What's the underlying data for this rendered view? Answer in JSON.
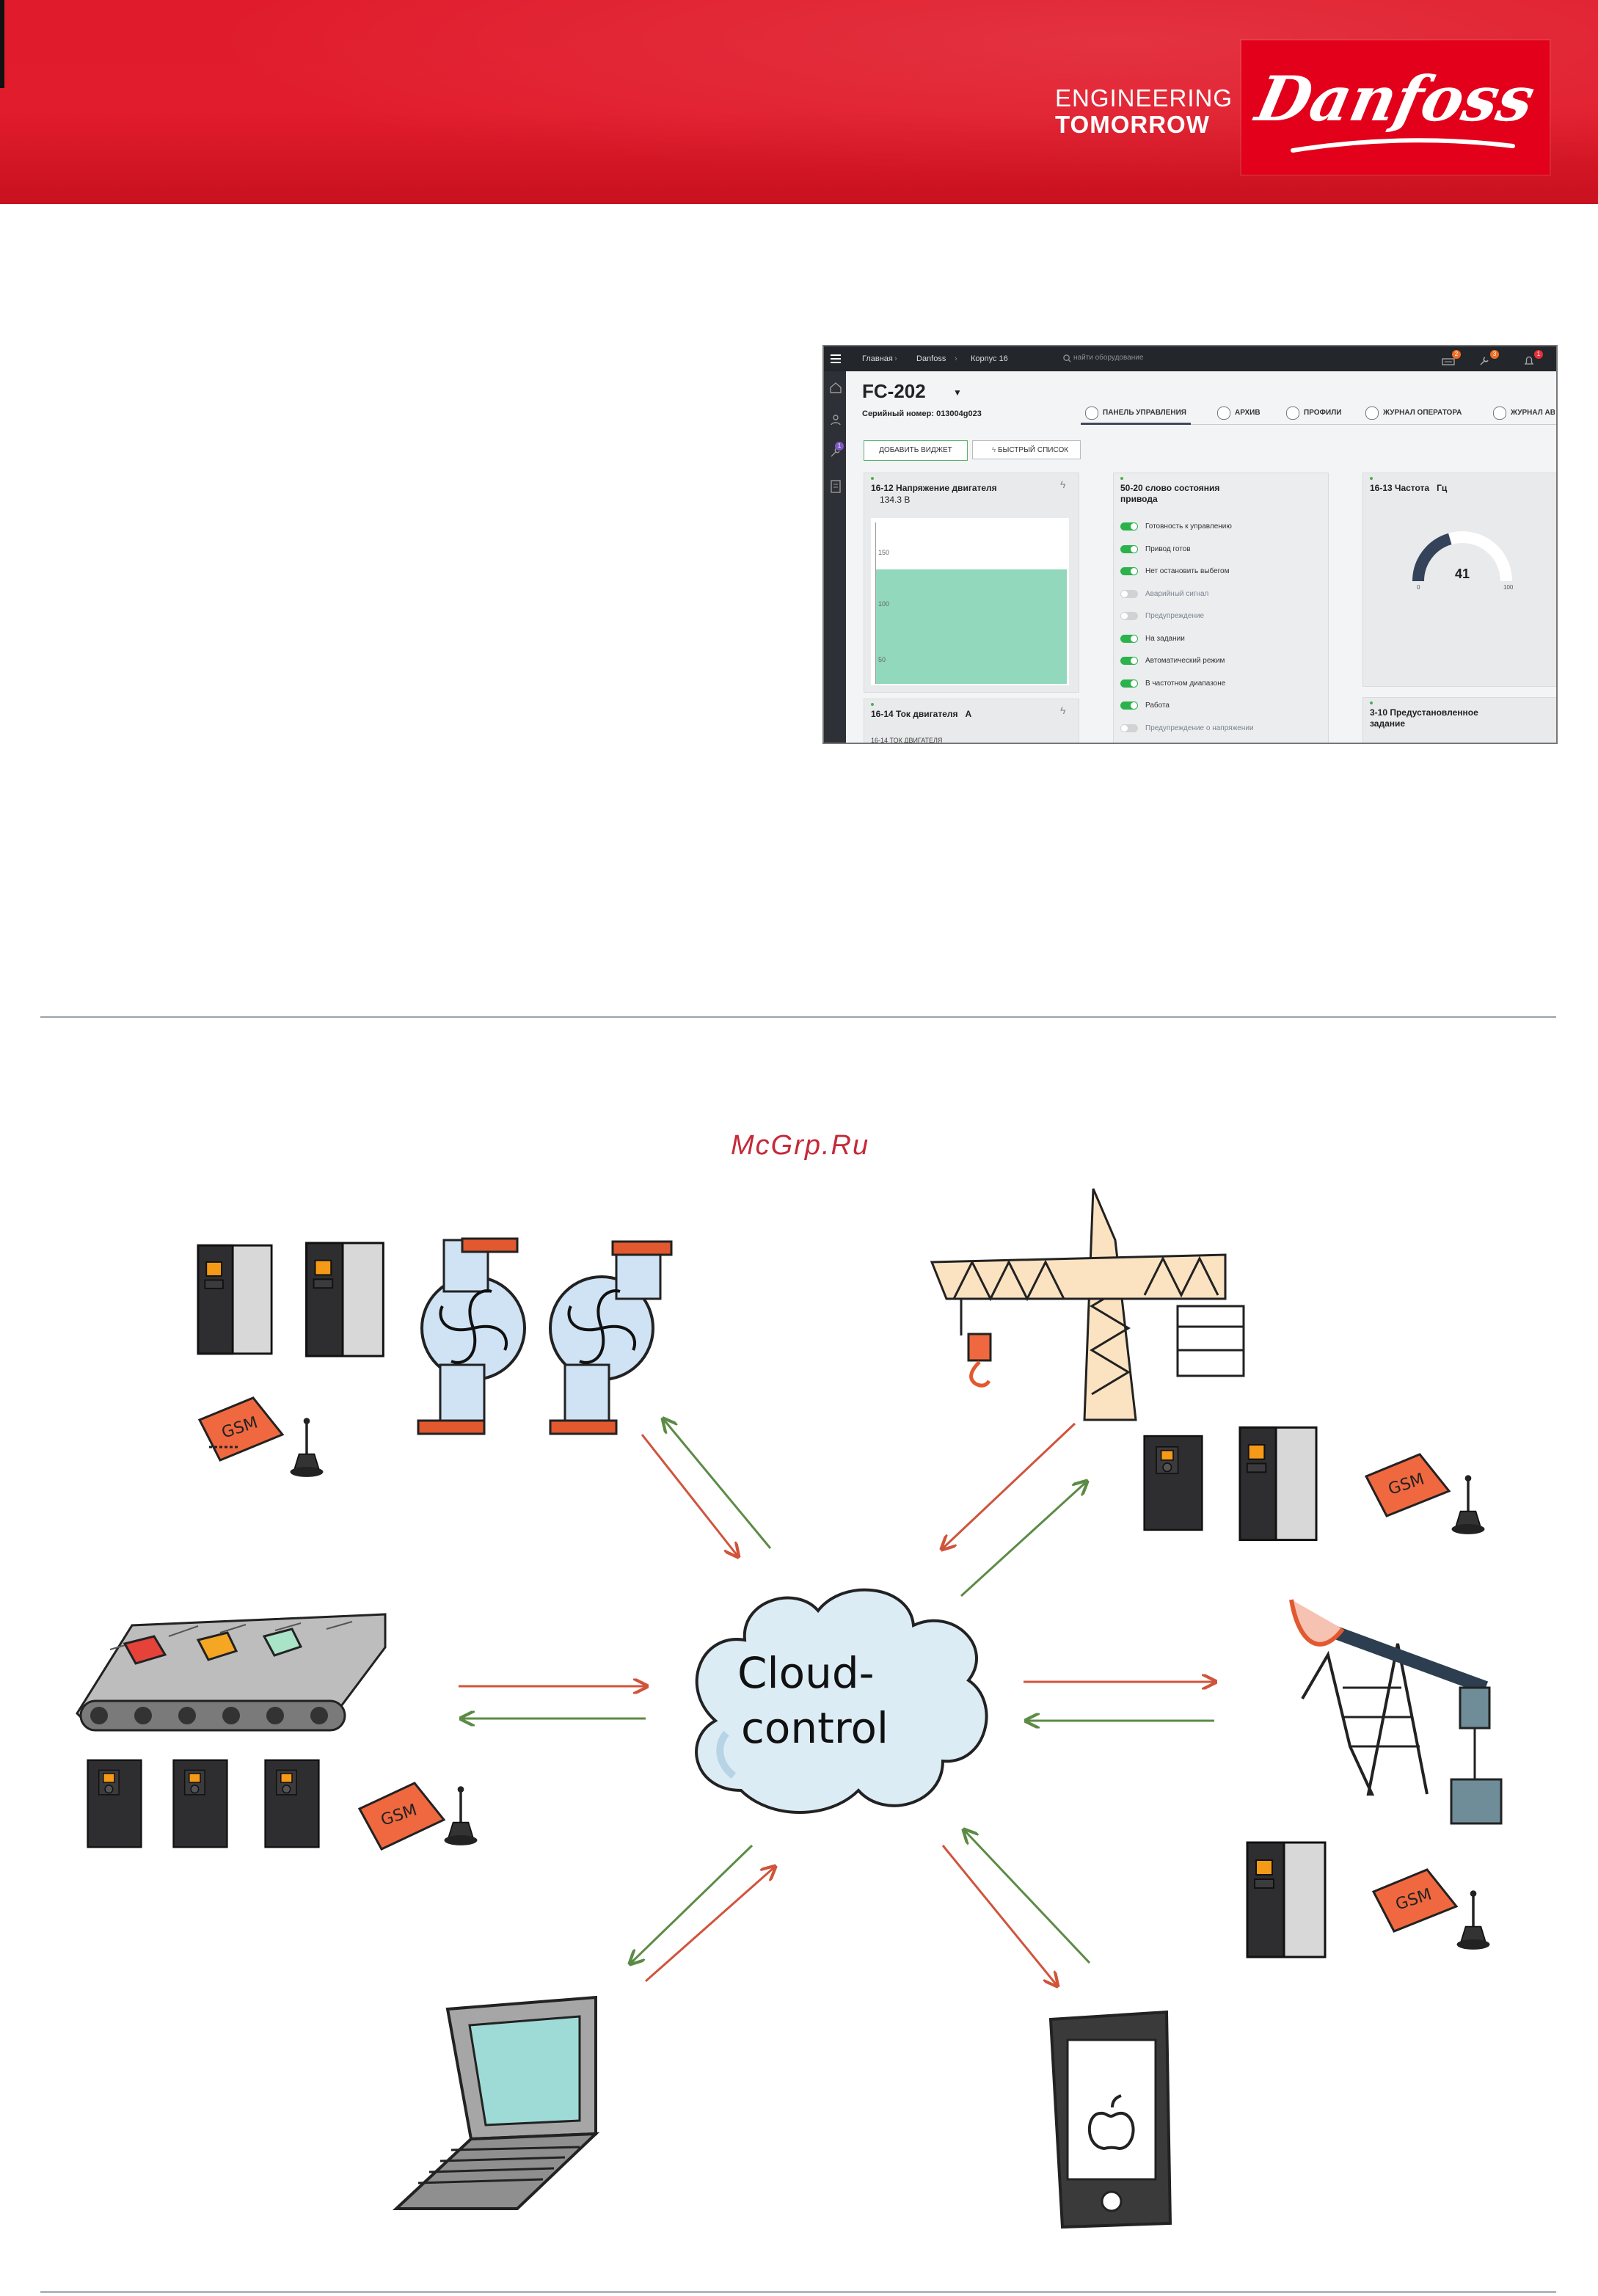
{
  "header": {
    "tagline_line1": "ENGINEERING",
    "tagline_line2": "TOMORROW",
    "logo_text": "Danfoss",
    "bg_color": "#e11c2c"
  },
  "screenshot": {
    "breadcrumbs": [
      "Главная",
      "Danfoss",
      "Корпус 16"
    ],
    "search_placeholder": "найти оборудование",
    "badges": [
      "2",
      "3",
      "1"
    ],
    "side_badge": "1",
    "device_title": "FC-202",
    "serial": "Серийный номер: 013004g023",
    "tabs": [
      "ПАНЕЛЬ УПРАВЛЕНИЯ",
      "АРХИВ",
      "ПРОФИЛИ",
      "ЖУРНАЛ ОПЕРАТОРА",
      "ЖУРНАЛ АВ"
    ],
    "buttons": {
      "add_widget": "ДОБАВИТЬ ВИДЖЕТ",
      "quick_list": "БЫСТРЫЙ СПИСОК"
    },
    "panel_voltage": {
      "title": "16-12 Напряжение двигателя",
      "value": "134.3 В",
      "ticks": [
        "150",
        "100",
        "50"
      ],
      "level_fraction": 0.71
    },
    "panel_current": {
      "title": "16-14 Ток двигателя",
      "unit": "А",
      "subtitle": "16-14 ТОК ДВИГАТЕЛЯ"
    },
    "panel_status": {
      "title_line1": "50-20 слово состояния",
      "title_line2": "привода",
      "items": [
        {
          "label": "Готовность к управлению",
          "on": true
        },
        {
          "label": "Привод готов",
          "on": true
        },
        {
          "label": "Нет остановить выбегом",
          "on": true
        },
        {
          "label": "Аварийный сигнал",
          "on": false
        },
        {
          "label": "Предупреждение",
          "on": false
        },
        {
          "label": "На задании",
          "on": true
        },
        {
          "label": "Автоматический режим",
          "on": true
        },
        {
          "label": "В частотном диапазоне",
          "on": true
        },
        {
          "label": "Работа",
          "on": true
        },
        {
          "label": "Предупреждение о напряжении",
          "on": false
        }
      ]
    },
    "panel_freq": {
      "title": "16-13 Частота",
      "unit": "Гц",
      "value": "41",
      "min": "0",
      "max": "100",
      "value_num": 41
    },
    "panel_preset": {
      "title_line1": "3-10 Предустановленное",
      "title_line2": "задание"
    }
  },
  "watermark": "McGrp.Ru",
  "diagram": {
    "cloud_line1": "Cloud-",
    "cloud_line2": "control",
    "gsm_label": "GSM"
  }
}
